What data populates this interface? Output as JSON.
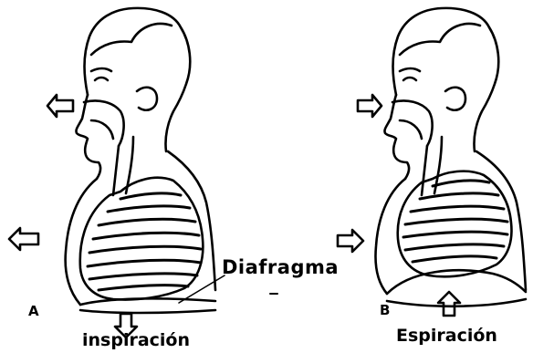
{
  "labels": {
    "diaphragm": "Diafragma",
    "panel_a_letter": "A",
    "panel_b_letter": "B",
    "panel_a_caption": "inspiración",
    "panel_b_caption": "Espiración"
  },
  "panels": [
    {
      "id": "A",
      "phase": "inspiration",
      "air_flow": "inward",
      "lung_state": "expanded",
      "diaphragm_movement": "down",
      "chest_movement": "outward"
    },
    {
      "id": "B",
      "phase": "expiration",
      "air_flow": "outward",
      "lung_state": "contracted",
      "diaphragm_movement": "up",
      "chest_movement": "inward"
    }
  ],
  "colors": {
    "ink": "#000000",
    "background": "#ffffff"
  },
  "icons": [
    "arrow-icon",
    "head-outline",
    "lung-icon"
  ]
}
